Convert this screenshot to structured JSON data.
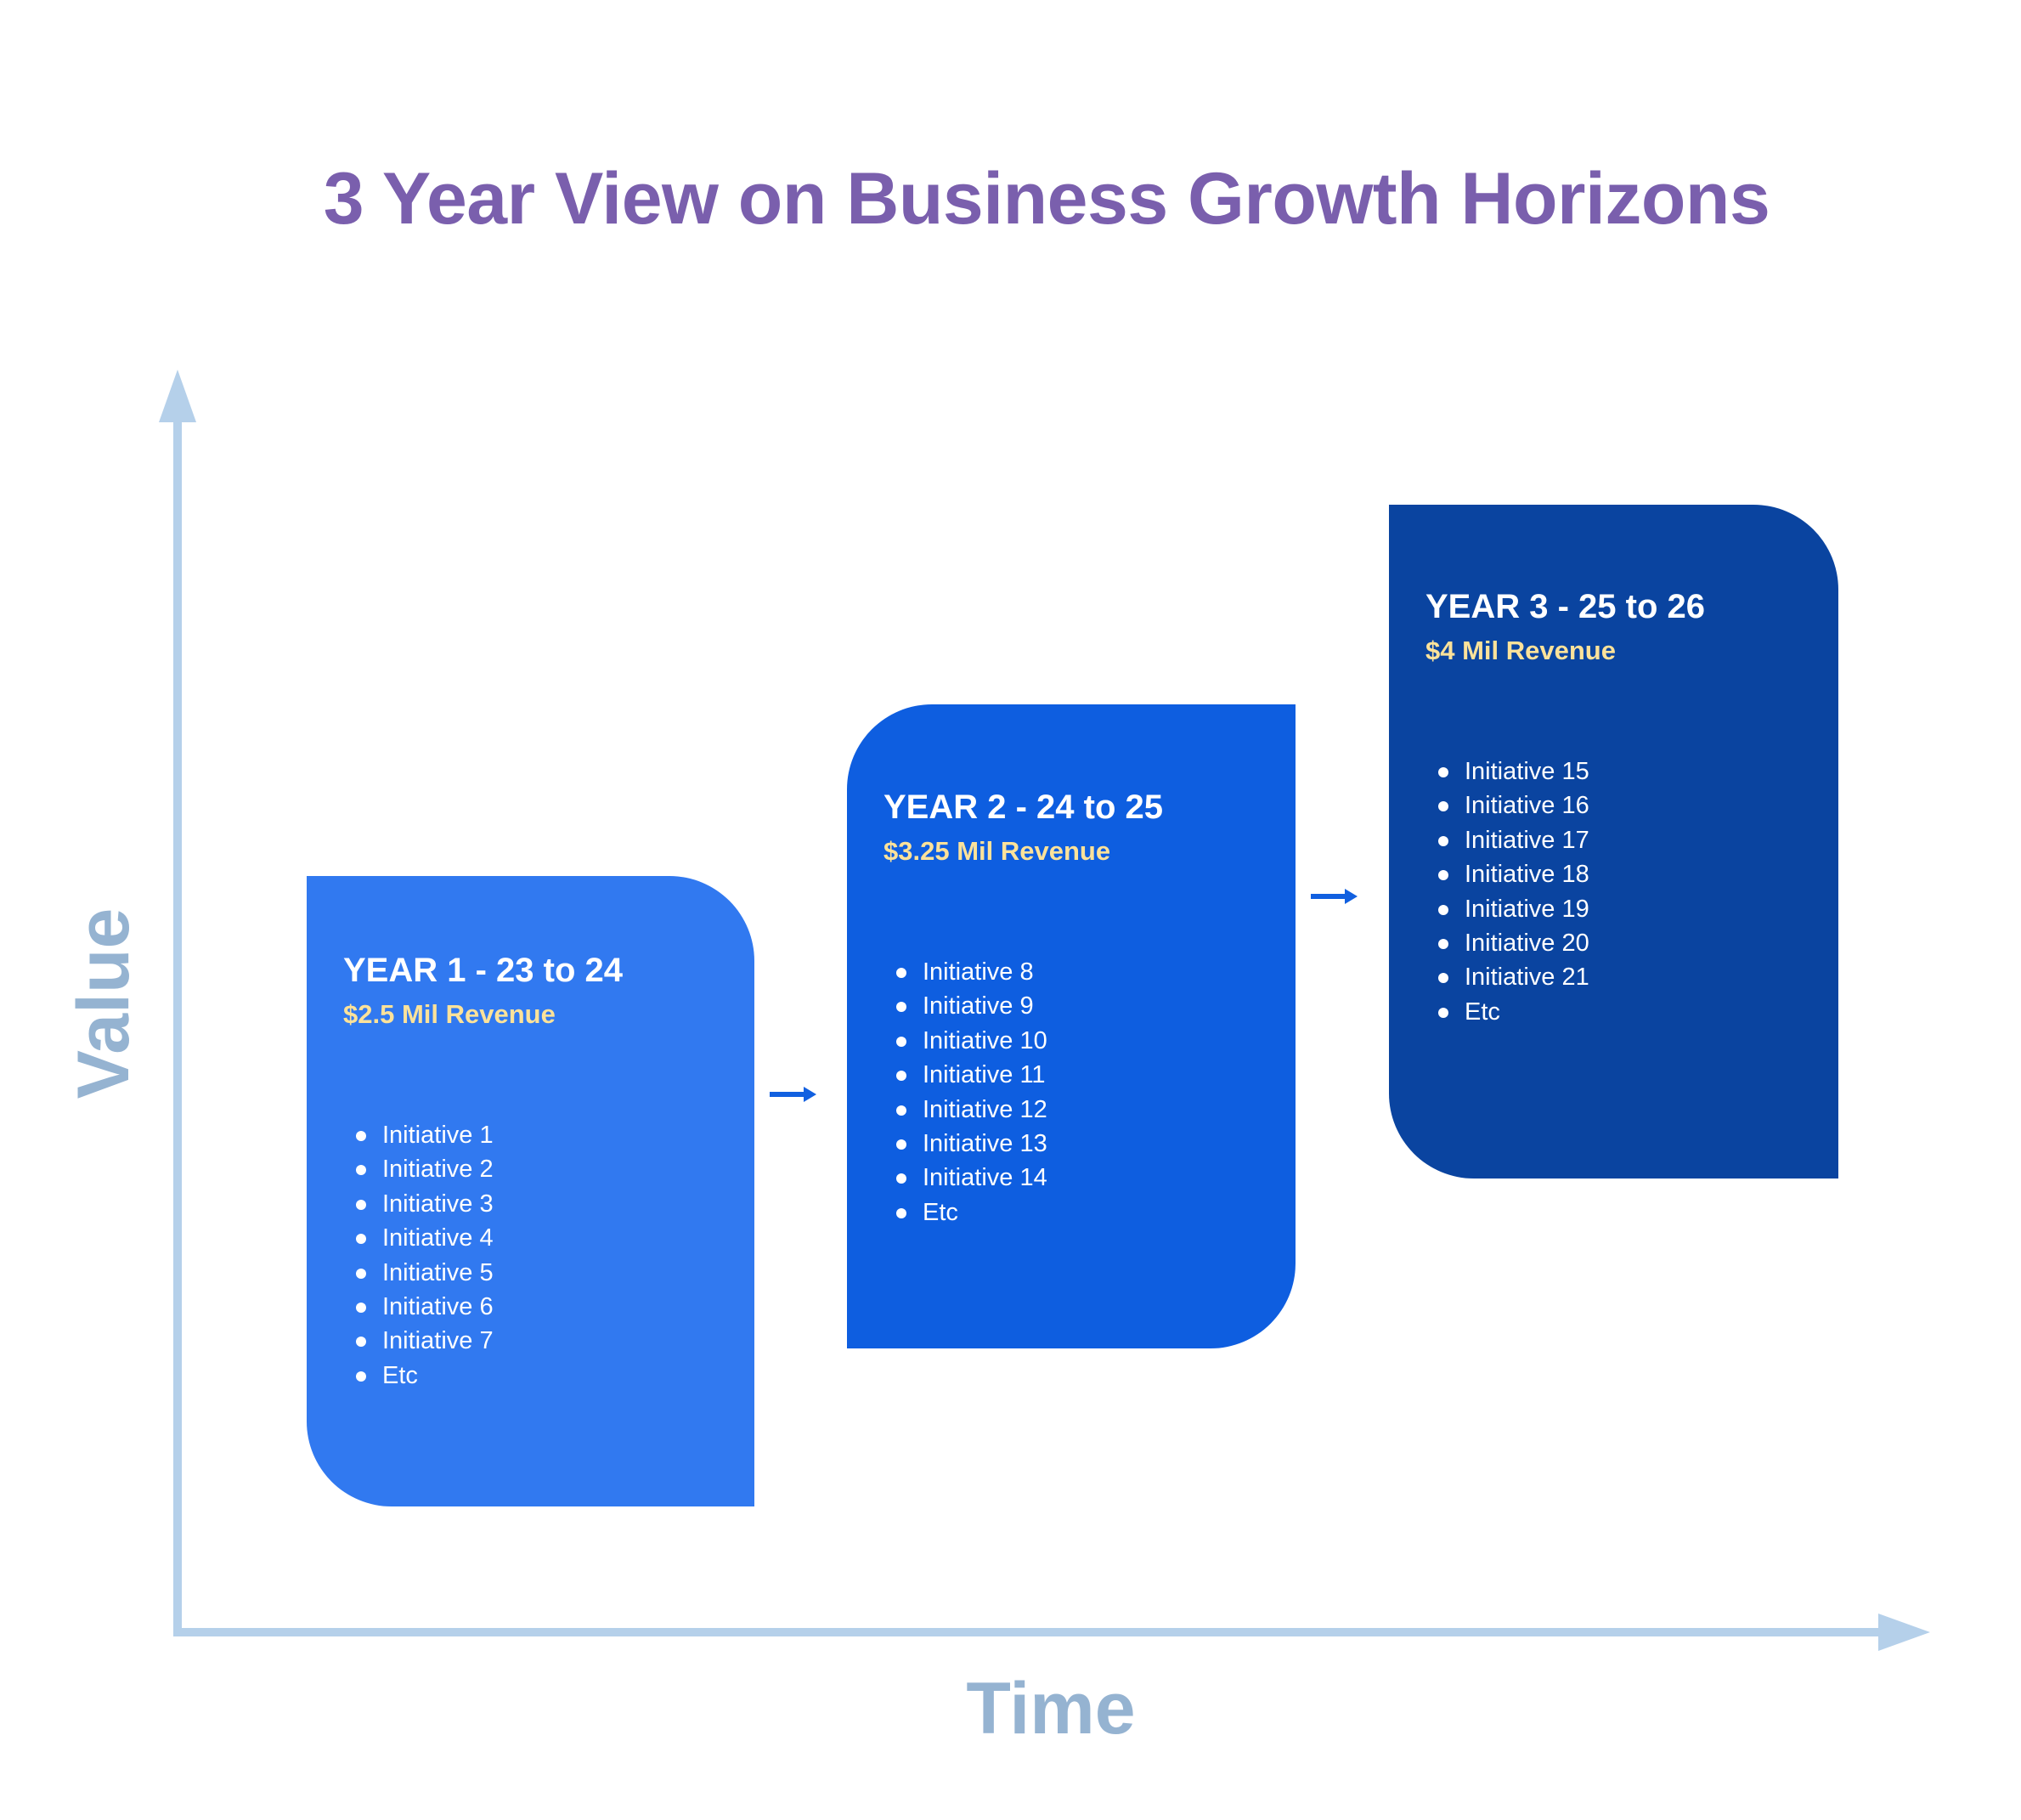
{
  "title": "3 Year View on Business Growth Horizons",
  "axes": {
    "y_label": "Value",
    "x_label": "Time",
    "axis_color": "#b5d0ea",
    "label_color": "#95b3d1"
  },
  "colors": {
    "title": "#7a5fad",
    "revenue_text": "#fce29a",
    "card_year1": "#3179f0",
    "card_year2": "#0e5ee0",
    "card_year3": "#0a44a0",
    "flow_arrow": "#1160e0"
  },
  "cards": [
    {
      "year": "YEAR 1 - 23 to 24",
      "revenue": "$2.5 Mil Revenue",
      "initiatives": [
        "Initiative 1",
        "Initiative 2",
        "Initiative 3",
        "Initiative 4",
        "Initiative 5",
        "Initiative 6",
        "Initiative 7",
        "Etc"
      ]
    },
    {
      "year": "YEAR 2 - 24 to 25",
      "revenue": "$3.25 Mil Revenue",
      "initiatives": [
        "Initiative 8",
        "Initiative 9",
        "Initiative 10",
        "Initiative 11",
        "Initiative 12",
        "Initiative 13",
        "Initiative 14",
        "Etc"
      ]
    },
    {
      "year": "YEAR 3 - 25 to 26",
      "revenue": "$4 Mil Revenue",
      "initiatives": [
        "Initiative 15",
        "Initiative 16",
        "Initiative 17",
        "Initiative 18",
        "Initiative 19",
        "Initiative 20",
        "Initiative 21",
        "Etc"
      ]
    }
  ],
  "icons": {
    "flow_arrow": "right-arrow",
    "axis_heads": "triangle-arrowhead"
  }
}
